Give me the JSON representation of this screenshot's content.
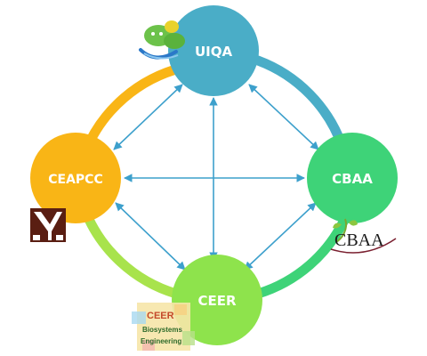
{
  "nodes": [
    {
      "id": "uiqa",
      "label": "UIQA",
      "color": "#4aadc7"
    },
    {
      "id": "ceapcc",
      "label": "CEAPCC",
      "color": "#f9b516"
    },
    {
      "id": "cbaa",
      "label": "CBAA",
      "color": "#3ed378"
    },
    {
      "id": "ceer",
      "label": "CEER",
      "color": "#8ee34c"
    }
  ],
  "ring_arcs": [
    {
      "from": "ceapcc",
      "to": "uiqa",
      "color": "#f9b516"
    },
    {
      "from": "uiqa",
      "to": "cbaa",
      "color": "#4aadc7"
    },
    {
      "from": "cbaa",
      "to": "ceer",
      "color": "#3ed378"
    },
    {
      "from": "ceer",
      "to": "ceapcc",
      "color": "#a8e34c"
    }
  ],
  "arrow_color": "#3da0cc",
  "logos": {
    "ceer": {
      "line1": "CEER",
      "line2": "Biosystems",
      "line3": "Engineering"
    },
    "cbaa": {
      "text": "CBAA"
    }
  }
}
